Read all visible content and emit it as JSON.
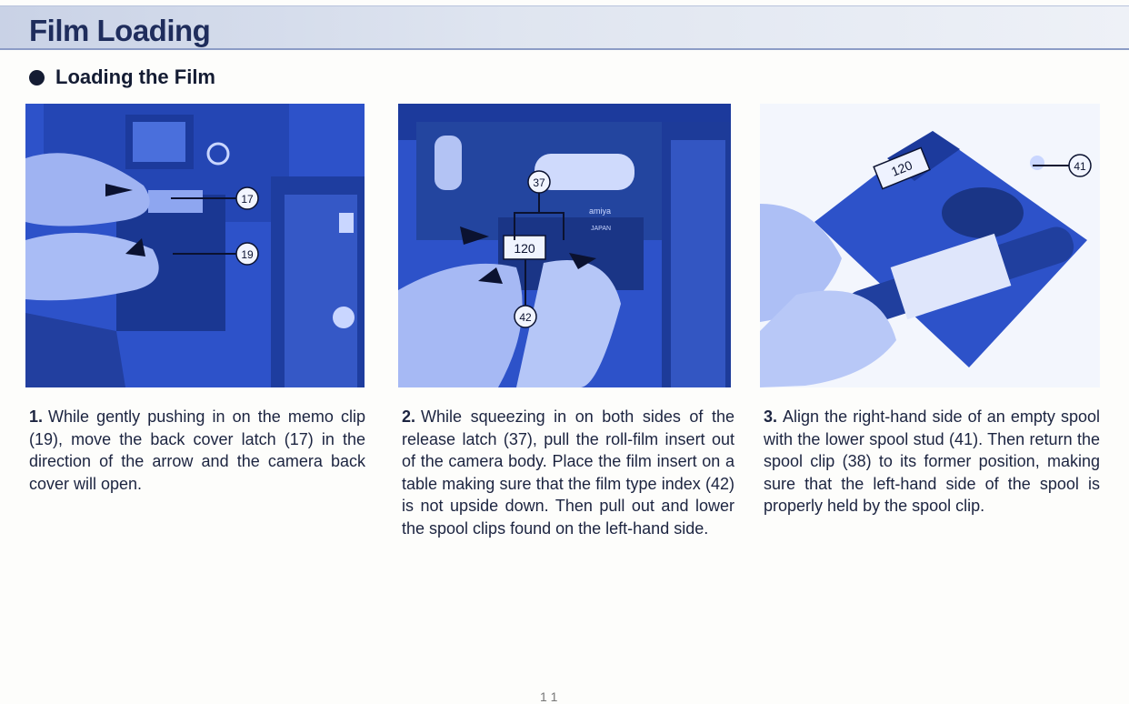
{
  "header": {
    "title": "Film Loading"
  },
  "section": {
    "heading": "Loading the Film"
  },
  "colors": {
    "photo_blue": "#2d52c9",
    "title_text": "#1f2d5c",
    "band": "#dfe5f0"
  },
  "figures": [
    {
      "labels": [
        "17",
        "19"
      ]
    },
    {
      "labels": [
        "37",
        "42"
      ],
      "index_text": "120",
      "brand_text": "amiya",
      "japan_text": "JAPAN"
    },
    {
      "labels": [
        "41"
      ],
      "index_text": "120"
    }
  ],
  "steps": [
    {
      "num": "1.",
      "text": "While gently pushing in on the memo clip (19), move the back cover latch (17) in the direction of the arrow and the camera back cover will open."
    },
    {
      "num": "2.",
      "text": "While squeezing in on both sides of the release latch (37), pull the roll-film insert out of the camera body. Place the film insert on a table making sure that the film type index (42) is not upside down. Then pull out and lower the spool clips found on the left-hand side."
    },
    {
      "num": "3.",
      "text": "Align the right-hand side of an empty spool with the lower spool stud (41). Then return the spool clip (38) to its former position, making sure that the left-hand side of the spool is properly held by the spool clip."
    }
  ],
  "footer": {
    "page_number": "1 1"
  }
}
